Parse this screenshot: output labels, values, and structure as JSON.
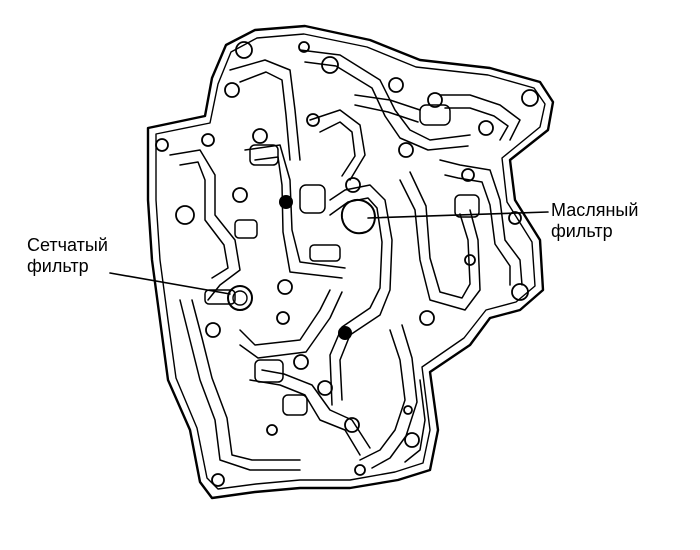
{
  "labels": {
    "strainer_filter": {
      "line1": "Сетчатый",
      "line2": "фильтр"
    },
    "oil_filter": {
      "line1": "Масляный",
      "line2": "фильтр"
    }
  },
  "colors": {
    "ink": "#000000",
    "paper": "#ffffff"
  }
}
